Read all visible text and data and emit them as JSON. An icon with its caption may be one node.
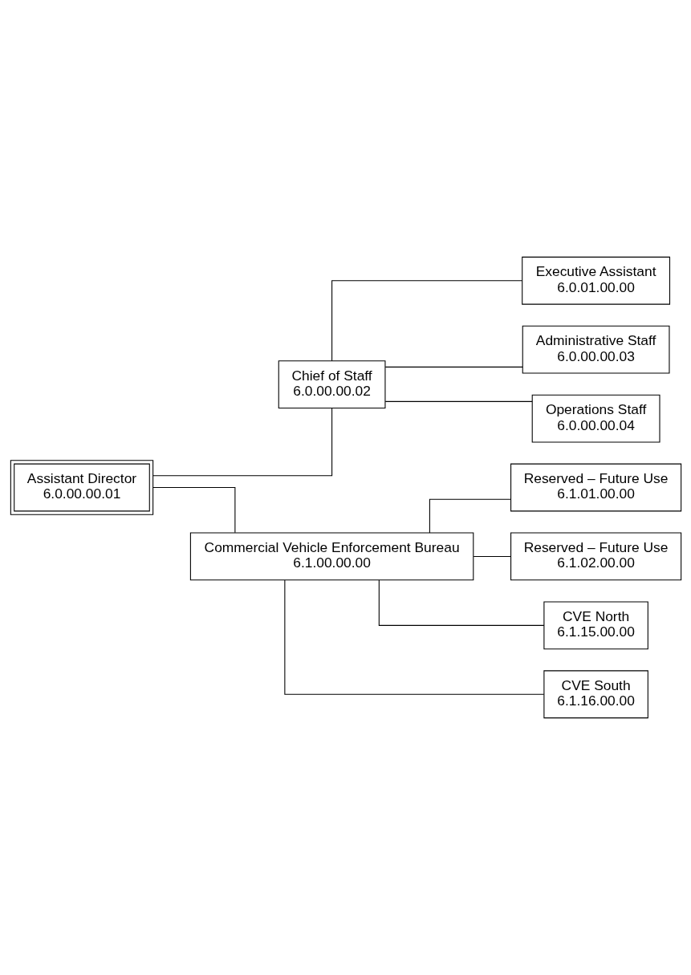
{
  "diagram": {
    "nodes": [
      {
        "text": [
          "Assistant Director",
          "6.0.00.00.01"
        ]
      },
      {
        "text": [
          "Chief of Staff",
          "6.0.00.00.02"
        ]
      },
      {
        "text": [
          "Executive Assistant",
          "6.0.01.00.00"
        ]
      },
      {
        "text": [
          "Administrative Staff",
          "6.0.00.00.03"
        ]
      },
      {
        "text": [
          "Operations Staff",
          "6.0.00.00.04"
        ]
      },
      {
        "text": [
          "Commercial Vehicle Enforcement Bureau",
          "6.1.00.00.00"
        ]
      },
      {
        "text": [
          "Reserved – Future Use",
          "6.1.01.00.00"
        ]
      },
      {
        "text": [
          "Reserved – Future Use",
          "6.1.02.00.00"
        ]
      },
      {
        "text": [
          "CVE North",
          "6.1.15.00.00"
        ]
      },
      {
        "text": [
          "CVE South",
          "6.1.16.00.00"
        ]
      }
    ],
    "edges": [
      {
        "from": 0,
        "to": 1,
        "arrow": "none"
      },
      {
        "from": 0,
        "to": 5,
        "arrow": "none"
      },
      {
        "from": 1,
        "to": 2,
        "arrow": "none"
      },
      {
        "from": 1,
        "to": 3,
        "arrow": "none"
      },
      {
        "from": 1,
        "to": 4,
        "arrow": "none"
      },
      {
        "from": 5,
        "to": 6,
        "arrow": "none"
      },
      {
        "from": 5,
        "to": 7,
        "arrow": "none"
      },
      {
        "from": 5,
        "to": 8,
        "arrow": "none"
      },
      {
        "from": 5,
        "to": 9,
        "arrow": "none"
      }
    ]
  }
}
